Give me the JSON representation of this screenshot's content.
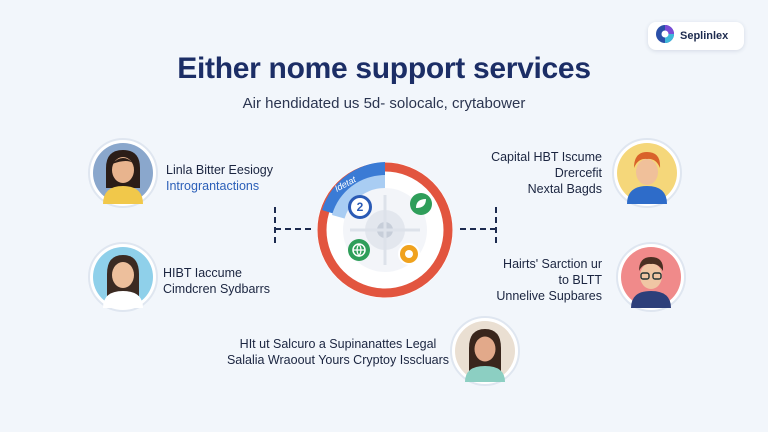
{
  "brand": {
    "name": "Seplinlex",
    "logo_icon": "swirl-logo-icon"
  },
  "title": "Either nome support services",
  "subtitle": "Air hendidated us 5d- solocalc, crytabower",
  "cards": {
    "left_top": {
      "line1": "Linla Bitter Eesiogy",
      "line2": "Intrograntactions"
    },
    "left_bottom": {
      "line1": "HIBT Iaccume",
      "line2": "Cimdcren Sydbarrs"
    },
    "right_top": {
      "line1": "Capital HBT Iscume",
      "line2": "Drercefit",
      "line3": "Nextal Bagds"
    },
    "right_bottom": {
      "line1": "Hairts' Sarction ur",
      "line2": "to BLTT",
      "line3": "Unnelive Supbares"
    },
    "bottom": {
      "line1": "HIt ut Salcuro a Supinanattes Legal",
      "line2": "Salalia Wraoout Yours Cryptoy Isscluars"
    }
  },
  "diagram": {
    "segment_label": "Idetat",
    "center_badge": "2",
    "ring_color": "#e2553f",
    "accent_blue": "#3a7bd5",
    "icons": [
      "blue-number-badge-icon",
      "green-leaf-icon",
      "green-globe-icon",
      "orange-coin-icon"
    ]
  }
}
